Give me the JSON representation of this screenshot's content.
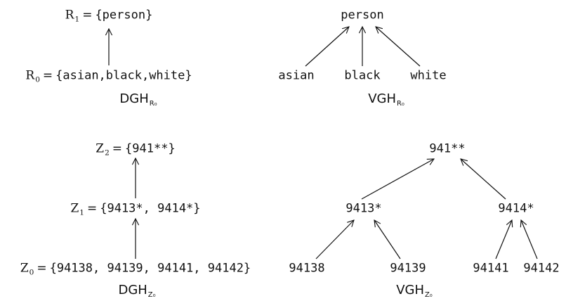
{
  "race": {
    "dgh": {
      "levels": [
        {
          "name": "R",
          "index": "1",
          "values": "{person}"
        },
        {
          "name": "R",
          "index": "0",
          "values": "{asian,black,white}"
        }
      ],
      "caption": {
        "main": "DGH",
        "sub": "R₀"
      }
    },
    "vgh": {
      "root": "person",
      "leaves": [
        "asian",
        "black",
        "white"
      ],
      "caption": {
        "main": "VGH",
        "sub": "R₀"
      }
    }
  },
  "zip": {
    "dgh": {
      "levels": [
        {
          "name": "Z",
          "index": "2",
          "values": "{941**}"
        },
        {
          "name": "Z",
          "index": "1",
          "values": "{9413*, 9414*}"
        },
        {
          "name": "Z",
          "index": "0",
          "values": "{94138, 94139, 94141, 94142}"
        }
      ],
      "caption": {
        "main": "DGH",
        "sub": "Z₀"
      }
    },
    "vgh": {
      "root": "941**",
      "middle": [
        "9413*",
        "9414*"
      ],
      "leaves": [
        "94138",
        "94139",
        "94141",
        "94142"
      ],
      "caption": {
        "main": "VGH",
        "sub": "Z₀"
      }
    }
  },
  "equals_sign": "="
}
